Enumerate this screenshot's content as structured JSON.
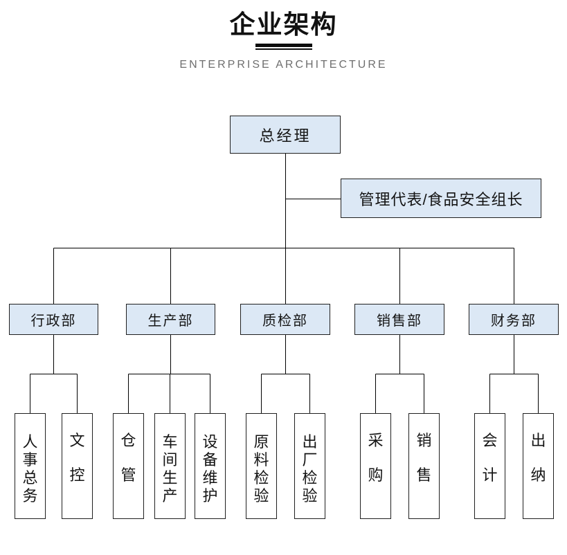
{
  "page": {
    "title": "企业架构",
    "subtitle": "ENTERPRISE ARCHITECTURE"
  },
  "org": {
    "root": {
      "label": "总经理"
    },
    "staff": {
      "label": "管理代表/食品安全组长"
    },
    "departments": [
      {
        "label": "行政部",
        "children": [
          {
            "label": "人事总务"
          },
          {
            "label": "文控"
          }
        ]
      },
      {
        "label": "生产部",
        "children": [
          {
            "label": "仓管"
          },
          {
            "label": "车间生产"
          },
          {
            "label": "设备维护"
          }
        ]
      },
      {
        "label": "质检部",
        "children": [
          {
            "label": "原料检验"
          },
          {
            "label": "出厂检验"
          }
        ]
      },
      {
        "label": "销售部",
        "children": [
          {
            "label": "采购"
          },
          {
            "label": "销售"
          }
        ]
      },
      {
        "label": "财务部",
        "children": [
          {
            "label": "会计"
          },
          {
            "label": "出纳"
          }
        ]
      }
    ]
  },
  "colors": {
    "node_fill": "#dce8f5",
    "leaf_fill": "#ffffff",
    "node_border": "#1f1f1f",
    "connector_line": "#000000",
    "title_color": "#111111",
    "subtitle_color": "#6e6e6e"
  }
}
